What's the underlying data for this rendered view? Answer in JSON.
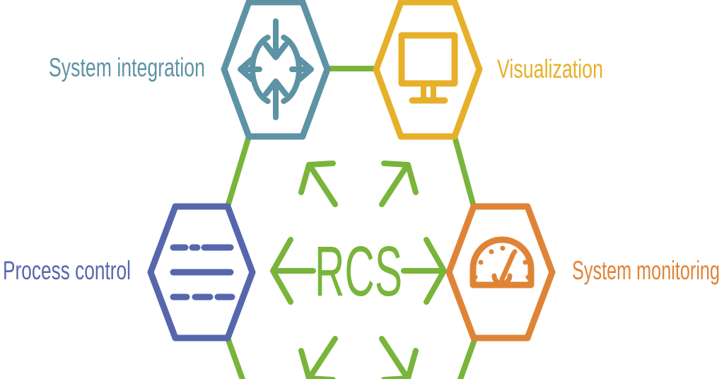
{
  "diagram": {
    "background": "#ffffff",
    "connector_color": "#78b53a",
    "center": {
      "label": "RCS",
      "color": "#78b53a",
      "arrows": [
        "left",
        "right",
        "up-left",
        "up-right",
        "down-left",
        "down-right"
      ]
    },
    "nodes": [
      {
        "label": "System integration",
        "color": "#5d93a4",
        "icon": "integration-arrows-icon",
        "position": "top-left"
      },
      {
        "label": "Visualization",
        "color": "#e7b02a",
        "icon": "monitor-icon",
        "position": "top-right"
      },
      {
        "label": "Process control",
        "color": "#5667ad",
        "icon": "dashed-lines-icon",
        "position": "bottom-left"
      },
      {
        "label": "System monitoring",
        "color": "#df8436",
        "icon": "gauge-icon",
        "position": "bottom-right"
      }
    ]
  }
}
